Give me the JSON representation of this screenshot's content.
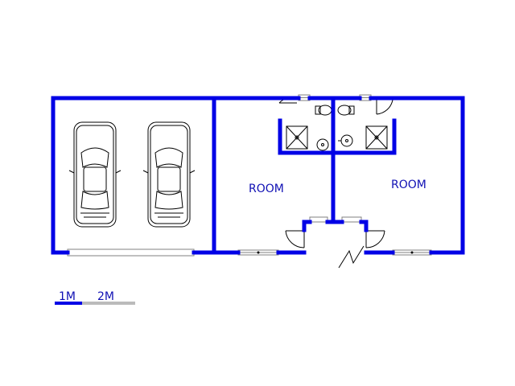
{
  "floor_plan": {
    "rooms": [
      {
        "label": "ROOM"
      },
      {
        "label": "ROOM"
      }
    ],
    "scale_bar": {
      "label_1": "1M",
      "label_2": "2M"
    },
    "colors": {
      "wall": "#0000e6",
      "label": "#1010b4",
      "fixture": "#000000",
      "scale_gray": "#bbbbbb",
      "window": "#808080"
    }
  }
}
